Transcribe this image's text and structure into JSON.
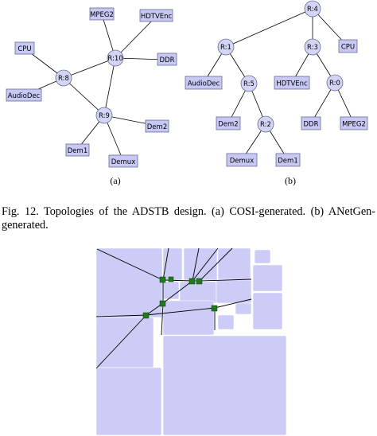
{
  "figure": {
    "cosi": {
      "label": "(a)",
      "routers": [
        {
          "id": "r8",
          "text": "R:8"
        },
        {
          "id": "r10",
          "text": "R:10"
        },
        {
          "id": "r9",
          "text": "R:9"
        }
      ],
      "cores": [
        {
          "id": "cpu",
          "text": "CPU"
        },
        {
          "id": "audiodec",
          "text": "AudioDec"
        },
        {
          "id": "mpeg2",
          "text": "MPEG2"
        },
        {
          "id": "hdtvenc",
          "text": "HDTVEnc"
        },
        {
          "id": "ddr",
          "text": "DDR"
        },
        {
          "id": "dem2",
          "text": "Dem2"
        },
        {
          "id": "dem1",
          "text": "Dem1"
        },
        {
          "id": "demux",
          "text": "Demux"
        }
      ]
    },
    "anetgen": {
      "label": "(b)",
      "routers": [
        {
          "id": "r4",
          "text": "R:4"
        },
        {
          "id": "r1",
          "text": "R:1"
        },
        {
          "id": "r3",
          "text": "R:3"
        },
        {
          "id": "r5",
          "text": "R:5"
        },
        {
          "id": "r0",
          "text": "R:0"
        },
        {
          "id": "r2",
          "text": "R:2"
        }
      ],
      "cores": [
        {
          "id": "cpu",
          "text": "CPU"
        },
        {
          "id": "audiodec",
          "text": "AudioDec"
        },
        {
          "id": "hdtvenc",
          "text": "HDTVEnc"
        },
        {
          "id": "dem2",
          "text": "Dem2"
        },
        {
          "id": "ddr",
          "text": "DDR"
        },
        {
          "id": "mpeg2",
          "text": "MPEG2"
        },
        {
          "id": "demux",
          "text": "Demux"
        },
        {
          "id": "dem1",
          "text": "Dem1"
        }
      ]
    }
  },
  "caption": {
    "text": "Fig. 12. Topologies of the ADSTB design. (a) COSI-generated. (b) ANetGen-generated."
  },
  "colors": {
    "node_fill": "#c8c8f4",
    "node_stroke": "#6a6a96",
    "router_fill": "#d4d4f6",
    "floorplan_block": "#ccccf6",
    "floorplan_router": "#1f7a1f",
    "line": "#000000"
  }
}
